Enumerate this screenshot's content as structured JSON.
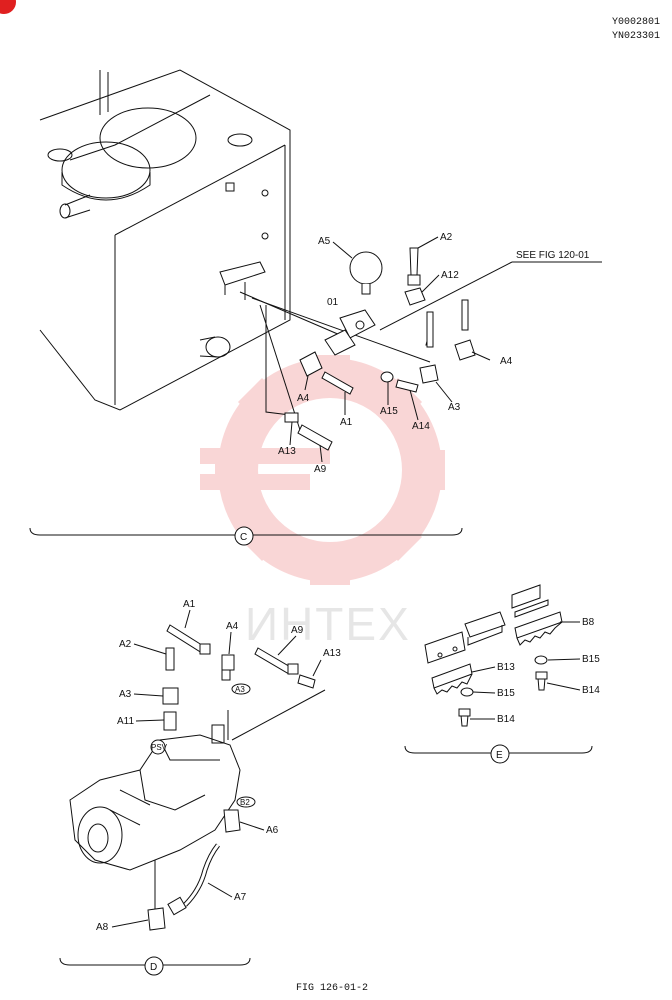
{
  "header": {
    "code1": "Y0002801",
    "code2": "YN023301"
  },
  "watermark": "ИНТЕХ",
  "figure_label": "FIG 126-01-2",
  "see_ref": "SEE FIG 120-01",
  "section_c": {
    "marker": "C",
    "labels": {
      "a5": "A5",
      "a2": "A2",
      "a12": "A12",
      "l01": "01",
      "a4r": "A4",
      "a4l": "A4",
      "a1": "A1",
      "a15": "A15",
      "a3": "A3",
      "a14": "A14",
      "a13": "A13",
      "a9": "A9"
    }
  },
  "section_d": {
    "marker": "D",
    "labels": {
      "a1": "A1",
      "a4": "A4",
      "a9": "A9",
      "a2": "A2",
      "a13": "A13",
      "a3": "A3",
      "a11": "A11",
      "a6": "A6",
      "a7": "A7",
      "a8": "A8",
      "a3tag": "A3",
      "b2tag": "B2",
      "psv": "PSV"
    }
  },
  "section_e": {
    "marker": "E",
    "labels": {
      "b8": "B8",
      "b15a": "B15",
      "b13": "B13",
      "b14a": "B14",
      "b15b": "B15",
      "b14b": "B14"
    }
  },
  "colors": {
    "watermark": "#f2b8b8",
    "logo": "#f5b5b5",
    "ink": "#111111"
  }
}
